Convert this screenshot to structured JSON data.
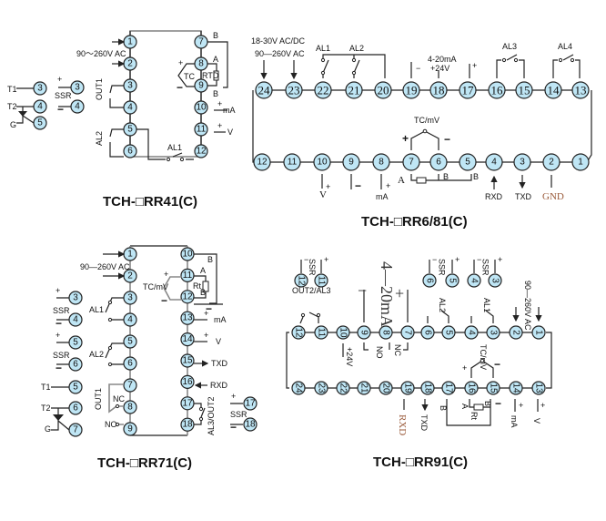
{
  "diagrams": {
    "rr41": {
      "title": "TCH-□RR41(C)",
      "supply": "90～260V AC",
      "left_terminals": [
        "1",
        "2",
        "3",
        "4",
        "5",
        "6"
      ],
      "right_terminals": [
        "7",
        "8",
        "9",
        "10",
        "11",
        "12"
      ],
      "triac_terminals": [
        "3",
        "4",
        "5"
      ],
      "triac_labels": {
        "t1": "T1",
        "t2": "T2",
        "g": "G"
      },
      "ssr_terminals": [
        "3",
        "4"
      ],
      "ssr_label": "SSR",
      "out1": "OUT1",
      "al1": "AL1",
      "al2": "AL2",
      "tc": "TC",
      "rtd": "RTD",
      "a": "A",
      "b": "B",
      "ma": "mA",
      "v": "V",
      "plus": "+",
      "minus": "−"
    },
    "rr681": {
      "title": "TCH-□RR6/81(C)",
      "supply_dc": "18-30V AC/DC",
      "supply_ac": "90—260V AC",
      "top_terminals": [
        "24",
        "23",
        "22",
        "21",
        "20",
        "19",
        "18",
        "17",
        "16",
        "15",
        "14",
        "13"
      ],
      "bottom_terminals": [
        "12",
        "11",
        "10",
        "9",
        "8",
        "7",
        "6",
        "5",
        "4",
        "3",
        "2",
        "1"
      ],
      "al1": "AL1",
      "al2": "AL2",
      "al3": "AL3",
      "al4": "AL4",
      "ma_out": "4-20mA",
      "v24": "+24V",
      "tcmv": "TC/mV",
      "a": "A",
      "b": "B",
      "v": "V",
      "ma": "mA",
      "rxd": "RXD",
      "txd": "TXD",
      "gnd": "GND",
      "plus": "+",
      "minus": "−"
    },
    "rr71": {
      "title": "TCH-□RR71(C)",
      "supply": "90—260V AC",
      "left_terminals": [
        "1",
        "2",
        "3",
        "4",
        "5",
        "6",
        "7",
        "8",
        "9"
      ],
      "right_terminals": [
        "10",
        "11",
        "12",
        "13",
        "14",
        "15",
        "16",
        "17",
        "18"
      ],
      "ssr1_terminals": [
        "3",
        "4"
      ],
      "ssr2_terminals": [
        "5",
        "6"
      ],
      "triac_terminals": [
        "5",
        "6",
        "7"
      ],
      "ssr3_terminals": [
        "17",
        "18"
      ],
      "ssr_label": "SSR",
      "al1": "AL1",
      "al2": "AL2",
      "out1": "OUT1",
      "nc": "NC",
      "no": "NO",
      "al3out2": "AL3/OUT2",
      "tcmv": "TC/mV",
      "rt": "Rt",
      "a": "A",
      "b": "B",
      "ma": "mA",
      "v": "V",
      "txd": "TXD",
      "rxd": "RXD",
      "t1": "T1",
      "t2": "T2",
      "g": "G",
      "plus": "+",
      "minus": "−"
    },
    "rr91": {
      "title": "TCH-□RR91(C)",
      "supply": "90—260V AC",
      "top_terminals": [
        "12",
        "11",
        "10",
        "9",
        "8",
        "7",
        "6",
        "5",
        "4",
        "3",
        "2",
        "1"
      ],
      "bottom_terminals": [
        "24",
        "23",
        "22",
        "21",
        "20",
        "19",
        "18",
        "17",
        "16",
        "15",
        "14",
        "13"
      ],
      "ssr_top": [
        [
          "12",
          "11"
        ],
        [
          "6",
          "5"
        ],
        [
          "4",
          "3"
        ]
      ],
      "ssr_label": "SSR",
      "out2al3": "OUT2/AL3",
      "al1": "AL1",
      "al2": "AL2",
      "ma_out": "4—20mA",
      "v24": "+24V",
      "no": "NO",
      "nc": "NC",
      "tcmv": "TC/mV",
      "rt": "Rt",
      "a": "A",
      "b": "B",
      "rxd": "RXD",
      "txd": "TXD",
      "ma": "mA",
      "v": "V",
      "plus": "+",
      "minus": "−"
    }
  }
}
